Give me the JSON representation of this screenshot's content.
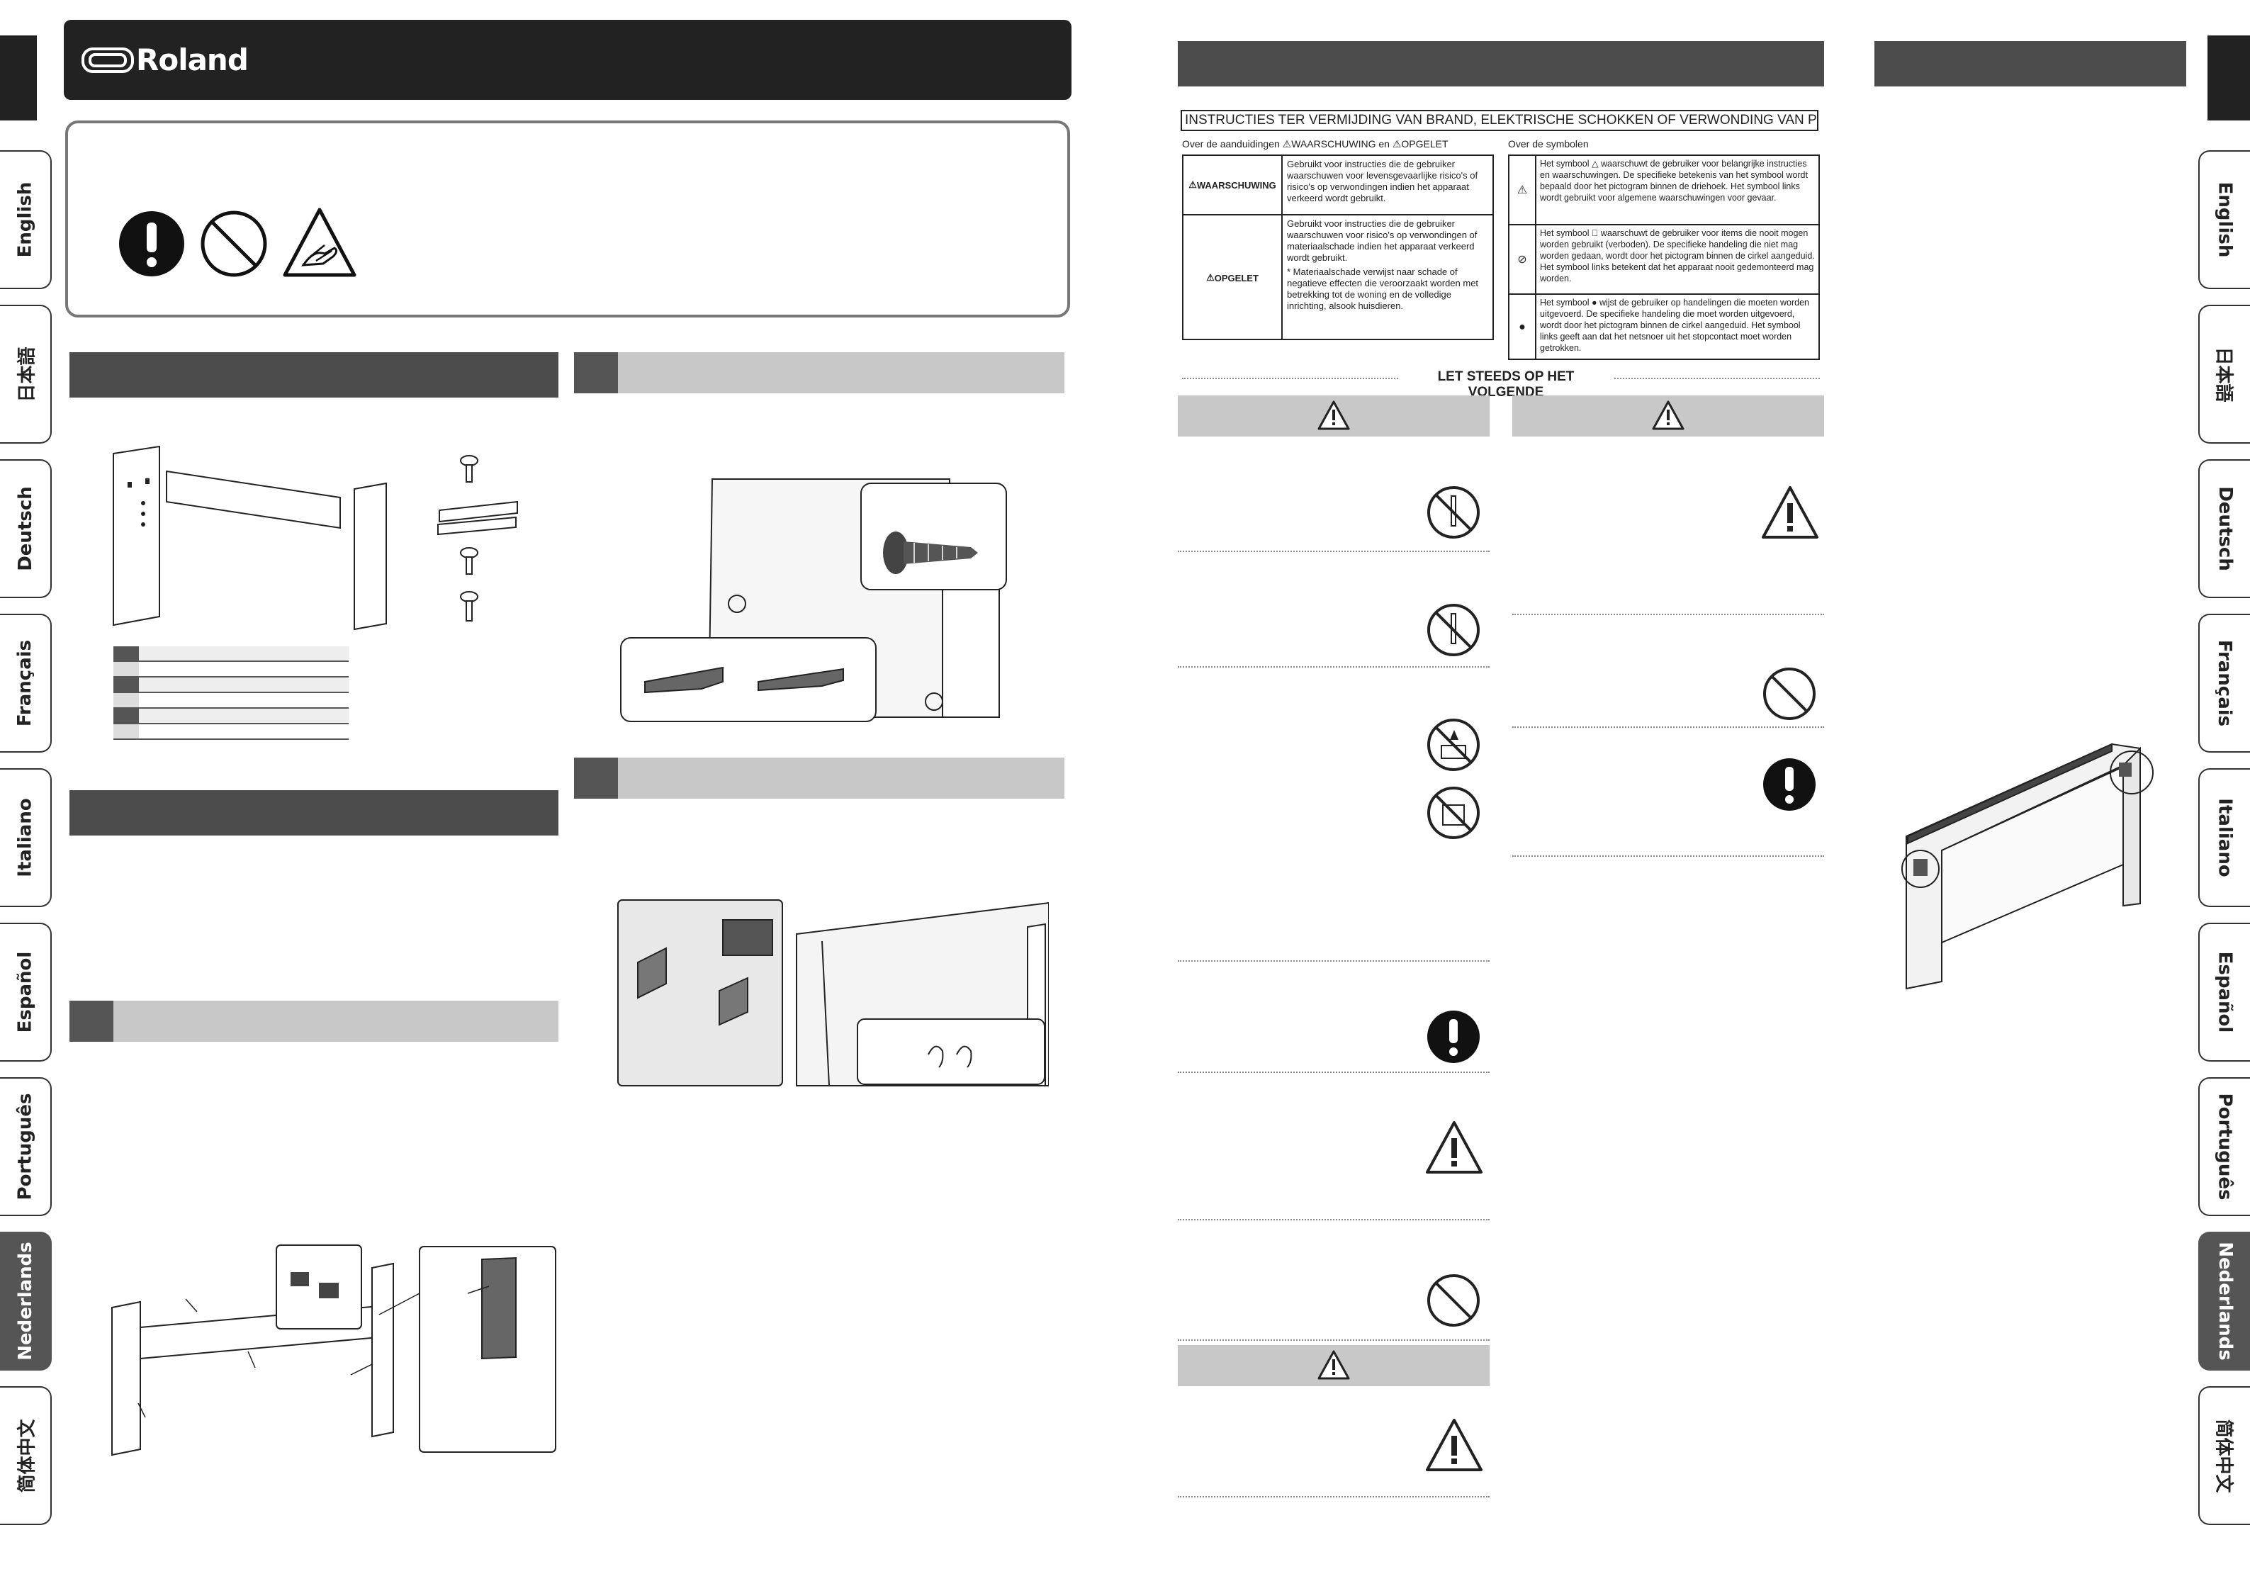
{
  "brand": {
    "logo_text": "Roland"
  },
  "language_tabs": [
    "English",
    "日本語",
    "Deutsch",
    "Français",
    "Italiano",
    "Español",
    "Português",
    "Nederlands",
    "简体中文"
  ],
  "active_language": "Nederlands",
  "safety": {
    "heading": "INSTRUCTIES TER VERMIJDING VAN BRAND, ELEKTRISCHE SCHOKKEN OF VERWONDING VAN PERSONEN",
    "indications_label_pre": "Over de aanduidingen",
    "indications_warning": "WAARSCHUWING",
    "indications_en": "en",
    "indications_caution": "OPGELET",
    "symbols_label": "Over de symbolen",
    "warning_label": "WAARSCHUWING",
    "warning_desc": "Gebruikt voor instructies die de gebruiker waarschuwen voor levensgevaarlijke risico's of risico's op verwondingen indien het apparaat verkeerd wordt gebruikt.",
    "caution_label": "OPGELET",
    "caution_desc": "Gebruikt voor instructies die de gebruiker waarschuwen voor risico's op verwondingen of materiaalschade indien het apparaat verkeerd wordt gebruikt.",
    "caution_note": "* Materiaalschade verwijst naar schade of negatieve effecten die veroorzaakt worden met betrekking tot de woning en de volledige inrichting, alsook huisdieren.",
    "sym1_desc": "Het symbool △ waarschuwt de gebruiker voor belangrijke instructies en waarschuwingen. De specifieke betekenis van het symbool wordt bepaald door het pictogram binnen de driehoek. Het symbool links wordt gebruikt voor algemene waarschuwingen voor gevaar.",
    "sym2_desc": "Het symbool ⃠ waarschuwt de gebruiker voor items die nooit mogen worden gebruikt (verboden). De specifieke handeling die niet mag worden gedaan, wordt door het pictogram binnen de cirkel aangeduid. Het symbool links betekent dat het apparaat nooit gedemonteerd mag worden.",
    "sym3_desc": "Het symbool ● wijst de gebruiker op handelingen die moeten worden uitgevoerd. De specifieke handeling die moet worden uitgevoerd, wordt door het pictogram binnen de cirkel aangeduid. Het symbool links geeft aan dat het netsnoer uit het stopcontact moet worden getrokken.",
    "always_observe": "LET STEEDS OP HET VOLGENDE"
  },
  "icons": [
    "mandatory-icon",
    "prohibited-icon",
    "hand-pinch-icon",
    "warning-triangle-icon",
    "no-disassemble-icon",
    "no-water-icon",
    "hands-icon",
    "screw-icon"
  ],
  "colors": {
    "dark_bar": "#4c4c4c",
    "grey_bar": "#c8c8c8",
    "active_tab": "#555555"
  }
}
